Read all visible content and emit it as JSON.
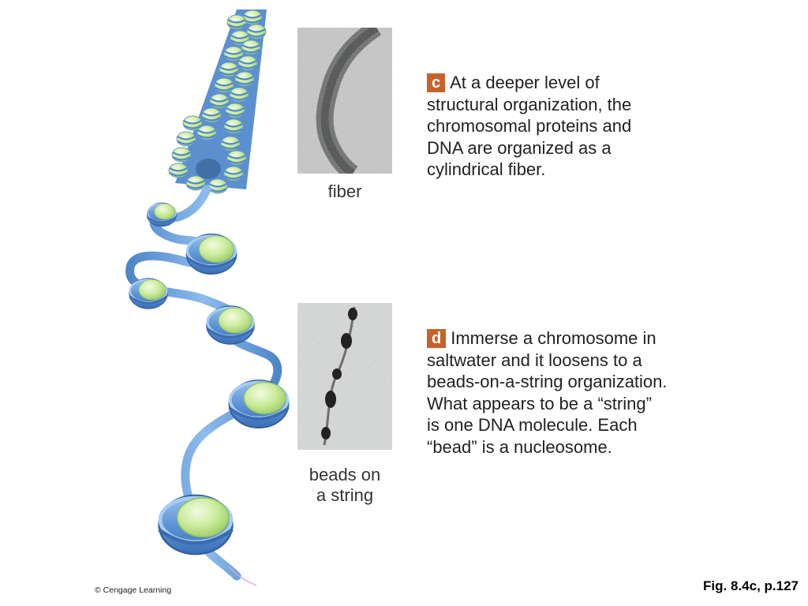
{
  "panels": {
    "c": {
      "letter": "c",
      "lines": [
        "At a deeper level of",
        "structural organization, the",
        "chromosomal proteins and",
        "DNA are organized as a",
        "cylindrical fiber."
      ],
      "micrograph_label": "fiber"
    },
    "d": {
      "letter": "d",
      "lines": [
        "Immerse a chromosome in",
        "saltwater and it loosens to a",
        "beads-on-a-string organization.",
        "What appears to be a “string”",
        "is one DNA molecule. Each",
        "“bead” is a nucleosome."
      ],
      "micrograph_label_lines": [
        "beads on",
        "a string"
      ]
    }
  },
  "footer": {
    "copyright": "© Cengage Learning",
    "figure_ref": "Fig. 8.4c, p.127"
  },
  "colors": {
    "panel_letter_bg": "#c8622c",
    "dna_blue": "#5d95d6",
    "histone_green": "#c9eb9a"
  }
}
